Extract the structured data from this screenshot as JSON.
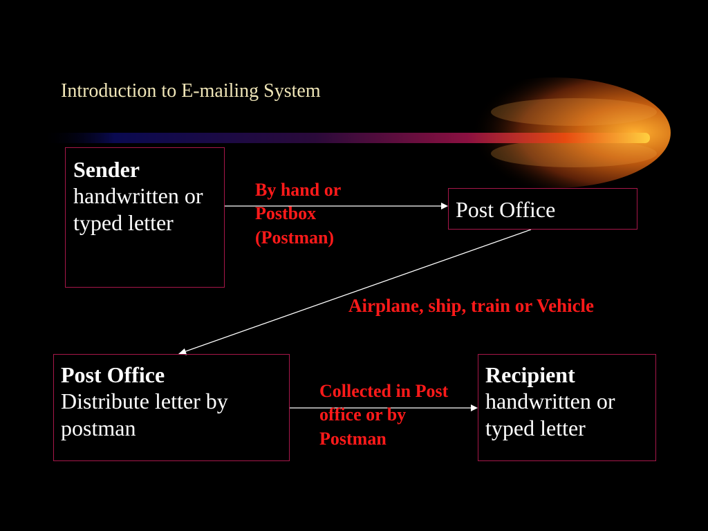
{
  "slide": {
    "title": "Introduction to E-mailing System"
  },
  "colors": {
    "background": "#000000",
    "box_border": "#a8174a",
    "edge_label": "#ff1a1a",
    "title": "#f0e6b8"
  },
  "nodes": {
    "sender": {
      "head": "Sender",
      "body": "handwritten or typed letter"
    },
    "post_office_1": {
      "head": "Post Office"
    },
    "post_office_2": {
      "head": "Post Office",
      "body": "Distribute letter by postman"
    },
    "recipient": {
      "head": "Recipient",
      "body": "handwritten or typed letter"
    }
  },
  "edges": {
    "sender_to_po": "By hand or Postbox (Postman)",
    "po_to_po": "Airplane, ship, train or Vehicle",
    "po_to_recipient": "Collected in Post office or by Postman"
  }
}
